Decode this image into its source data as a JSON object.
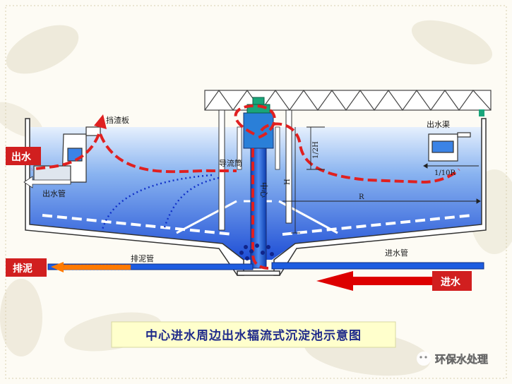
{
  "labels": {
    "scum_baffle": "挡渣板",
    "outlet_channel": "出水渠",
    "guide_tube": "导流筒",
    "center_mark": "中心",
    "outlet_pipe": "出水管",
    "sludge_pipe": "排泥管",
    "inlet_pipe": "进水管"
  },
  "dimensions": {
    "half_h": "1/2H",
    "h": "H",
    "tenth_r": "1/10R",
    "r": "R"
  },
  "tags": {
    "outlet": "出水",
    "sludge": "排泥",
    "inlet": "进水"
  },
  "caption": "中心进水周边出水辐流式沉淀池示意图",
  "watermark": "环保水处理",
  "colors": {
    "water_top": "#e3eefc",
    "water_bottom": "#1f4fd6",
    "tag_red": "#d11f1f",
    "flow_red": "#e02020",
    "inlet_arrow": "#dd0000",
    "sludge_arrow": "#ff7a00",
    "caption_bg": "#ffffcc",
    "caption_text": "#1f2a8a",
    "truss": "#444444",
    "center_inlet_green": "#19a57a"
  },
  "icons": [
    "wechat-icon"
  ]
}
